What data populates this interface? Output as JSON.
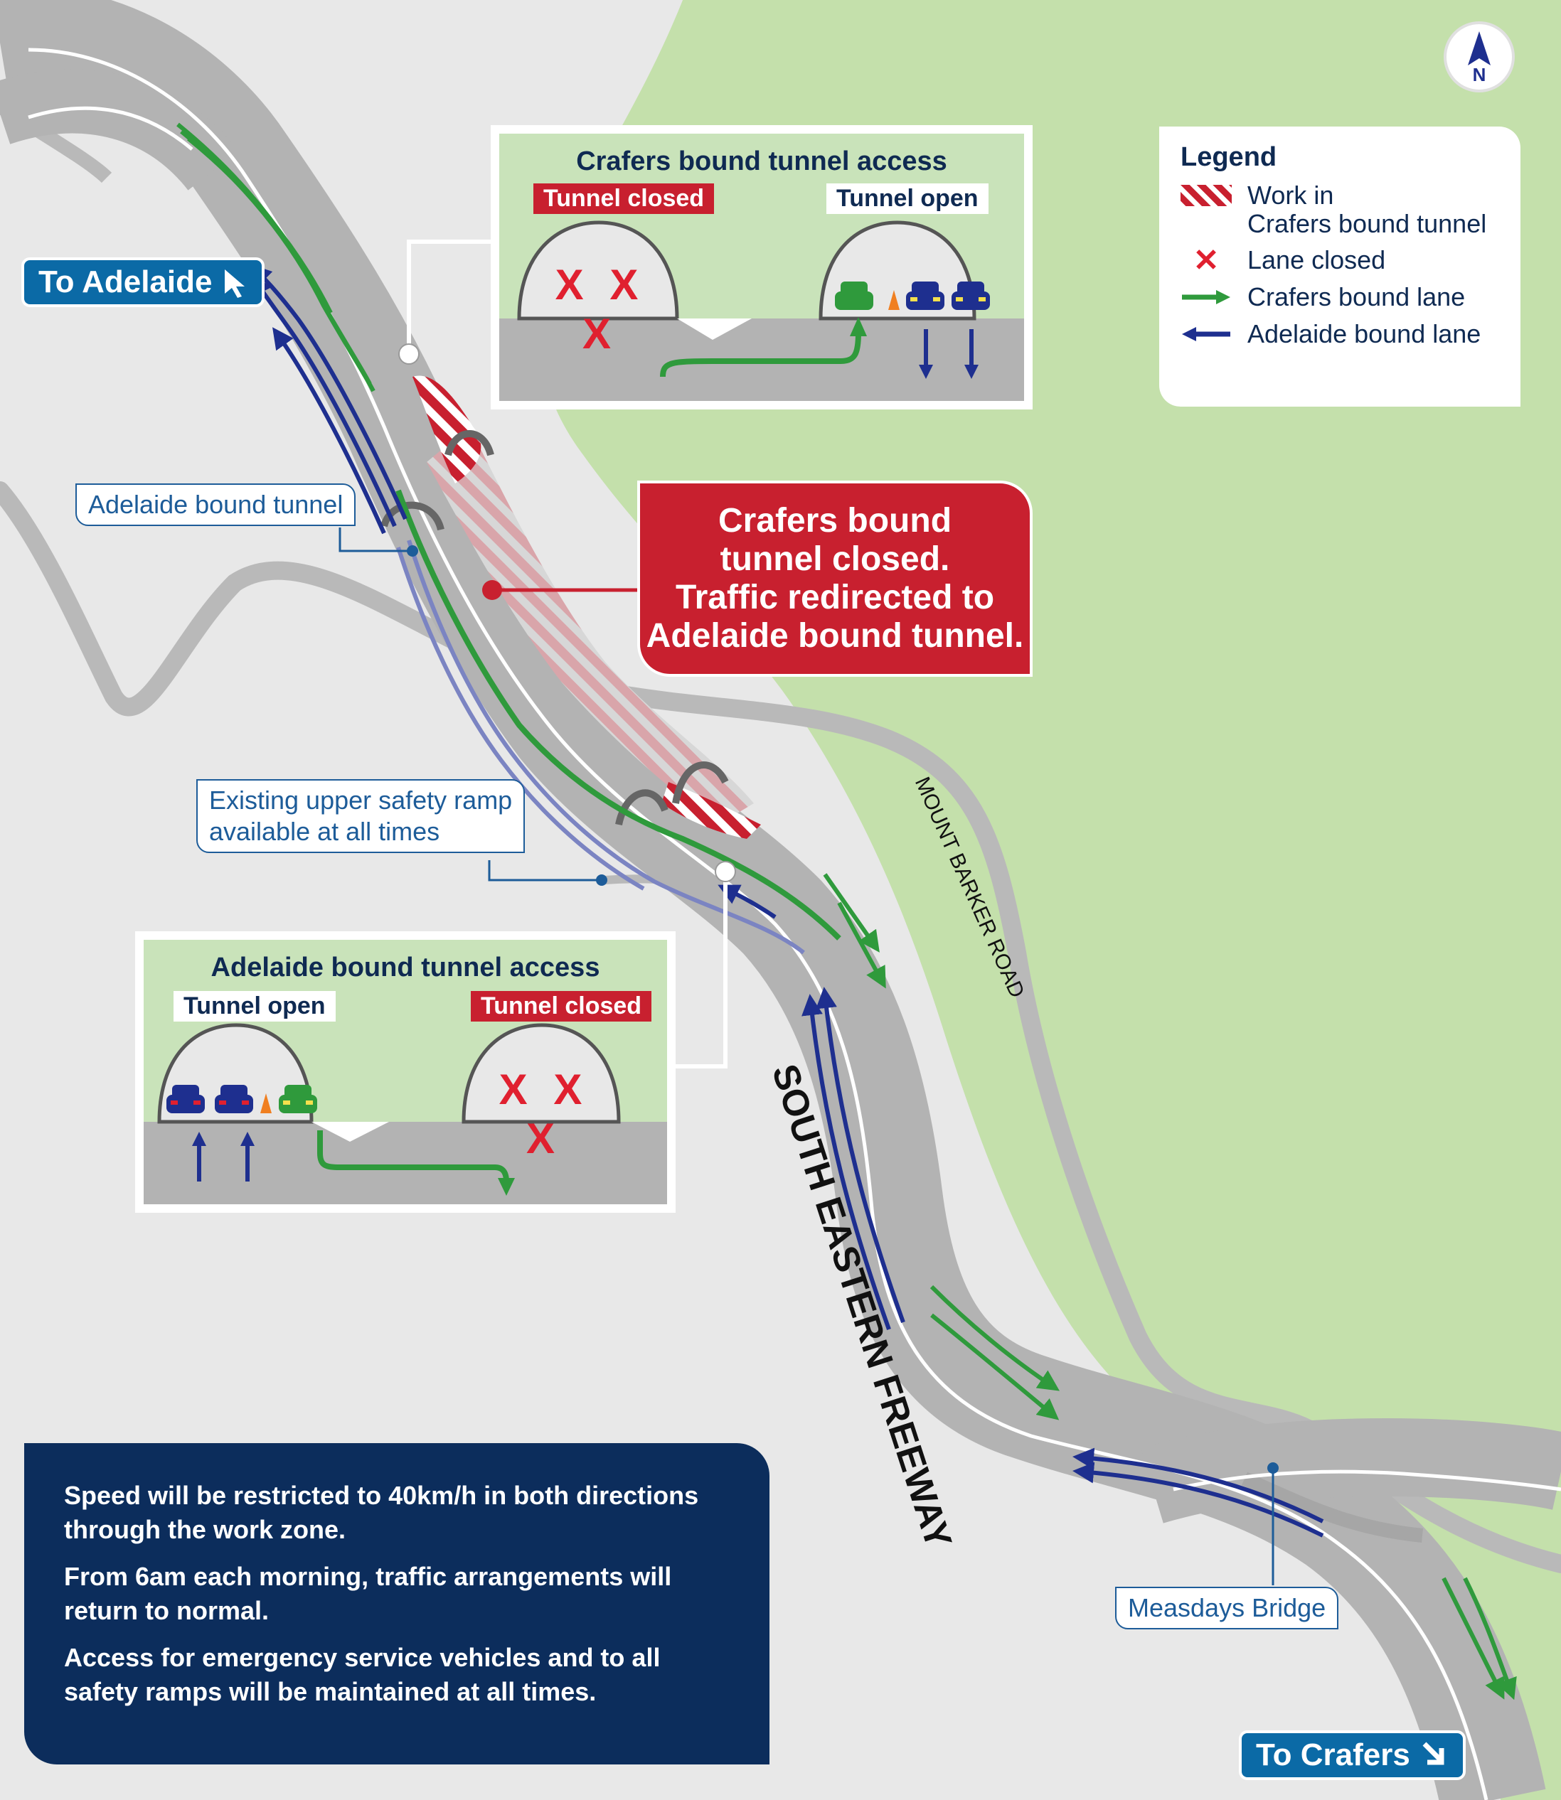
{
  "compass": {
    "label": "N"
  },
  "signs": {
    "to_adelaide": "To Adelaide",
    "to_crafers": "To Crafers"
  },
  "legend": {
    "title": "Legend",
    "items": [
      {
        "symbol": "hatch-icon",
        "label_line1": "Work in",
        "label_line2": "Crafers bound tunnel"
      },
      {
        "symbol": "x-icon",
        "label": "Lane closed"
      },
      {
        "symbol": "green-arrow-icon",
        "label": "Crafers bound lane"
      },
      {
        "symbol": "blue-arrow-icon",
        "label": "Adelaide bound lane"
      }
    ]
  },
  "insets": {
    "crafers": {
      "title": "Crafers bound tunnel access",
      "left_tag": "Tunnel closed",
      "right_tag": "Tunnel open",
      "closed_marks": "X X X"
    },
    "adelaide": {
      "title": "Adelaide bound tunnel access",
      "left_tag": "Tunnel open",
      "right_tag": "Tunnel closed",
      "closed_marks": "X X X"
    }
  },
  "labels": {
    "adelaide_tunnel": "Adelaide bound tunnel",
    "safety_ramp_line1": "Existing upper safety ramp",
    "safety_ramp_line2": "available at all times",
    "measdays": "Measdays Bridge"
  },
  "closure": {
    "line1": "Crafers bound",
    "line2": "tunnel closed.",
    "line3": "Traffic redirected to",
    "line4": "Adelaide bound tunnel."
  },
  "roads": {
    "freeway": "SOUTH EASTERN FREEWAY",
    "mount_barker": "MOUNT BARKER ROAD"
  },
  "info": {
    "p1": "Speed will be restricted to 40km/h in both directions through the work zone.",
    "p2": "From 6am each morning, traffic arrangements will return to normal.",
    "p3": "Access for emergency service vehicles and to all safety ramps will be maintained at all times."
  },
  "colors": {
    "green_area": "#c4e0ab",
    "road": "#b3b3b3",
    "crafers_lane": "#2f9a3c",
    "adelaide_lane": "#1e2f8f",
    "closure_red": "#c8202f",
    "info_navy": "#0c2d5c",
    "sign_blue": "#0b6aa6"
  }
}
